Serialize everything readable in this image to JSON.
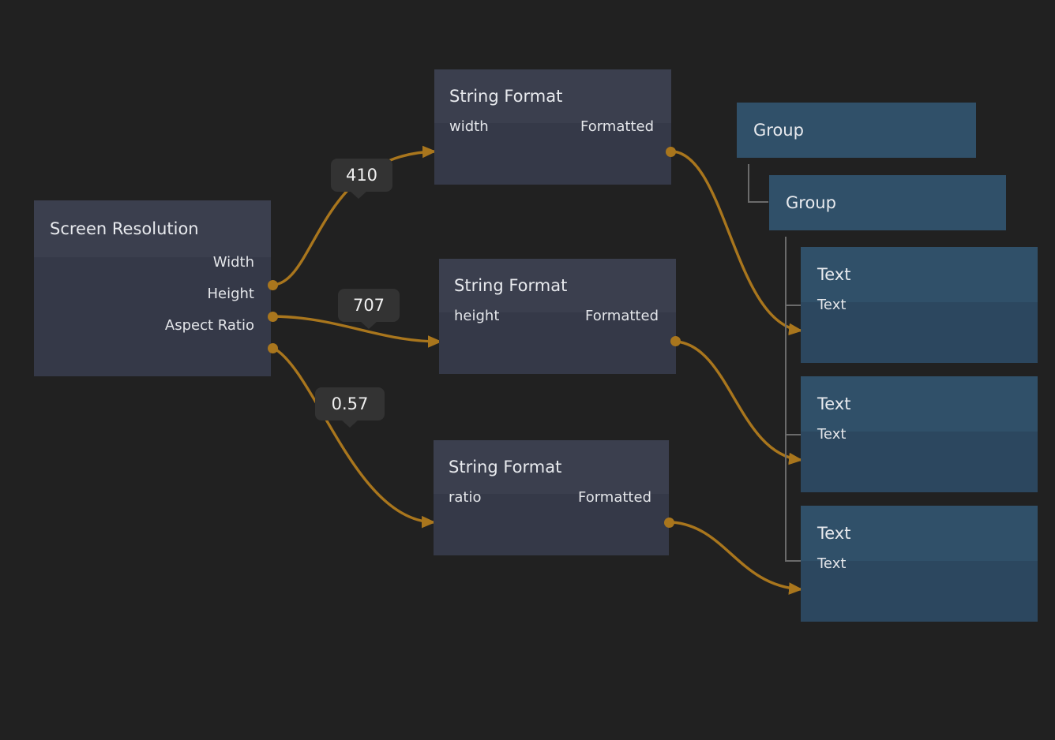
{
  "canvas": {
    "background": "#212121",
    "edge_color": "#a9761d",
    "connector_color": "#6b6b6b"
  },
  "nodes": {
    "screen_resolution": {
      "title": "Screen Resolution",
      "outputs": [
        {
          "label": "Width"
        },
        {
          "label": "Height"
        },
        {
          "label": "Aspect Ratio"
        }
      ]
    },
    "string_format_width": {
      "title": "String Format",
      "input": "width",
      "output": "Formatted"
    },
    "string_format_height": {
      "title": "String Format",
      "input": "height",
      "output": "Formatted"
    },
    "string_format_ratio": {
      "title": "String Format",
      "input": "ratio",
      "output": "Formatted"
    },
    "group_outer": {
      "title": "Group"
    },
    "group_inner": {
      "title": "Group"
    },
    "text_nodes": [
      {
        "title": "Text",
        "value": "Text"
      },
      {
        "title": "Text",
        "value": "Text"
      },
      {
        "title": "Text",
        "value": "Text"
      }
    ]
  },
  "badges": [
    {
      "value": "410"
    },
    {
      "value": "707"
    },
    {
      "value": "0.57"
    }
  ]
}
